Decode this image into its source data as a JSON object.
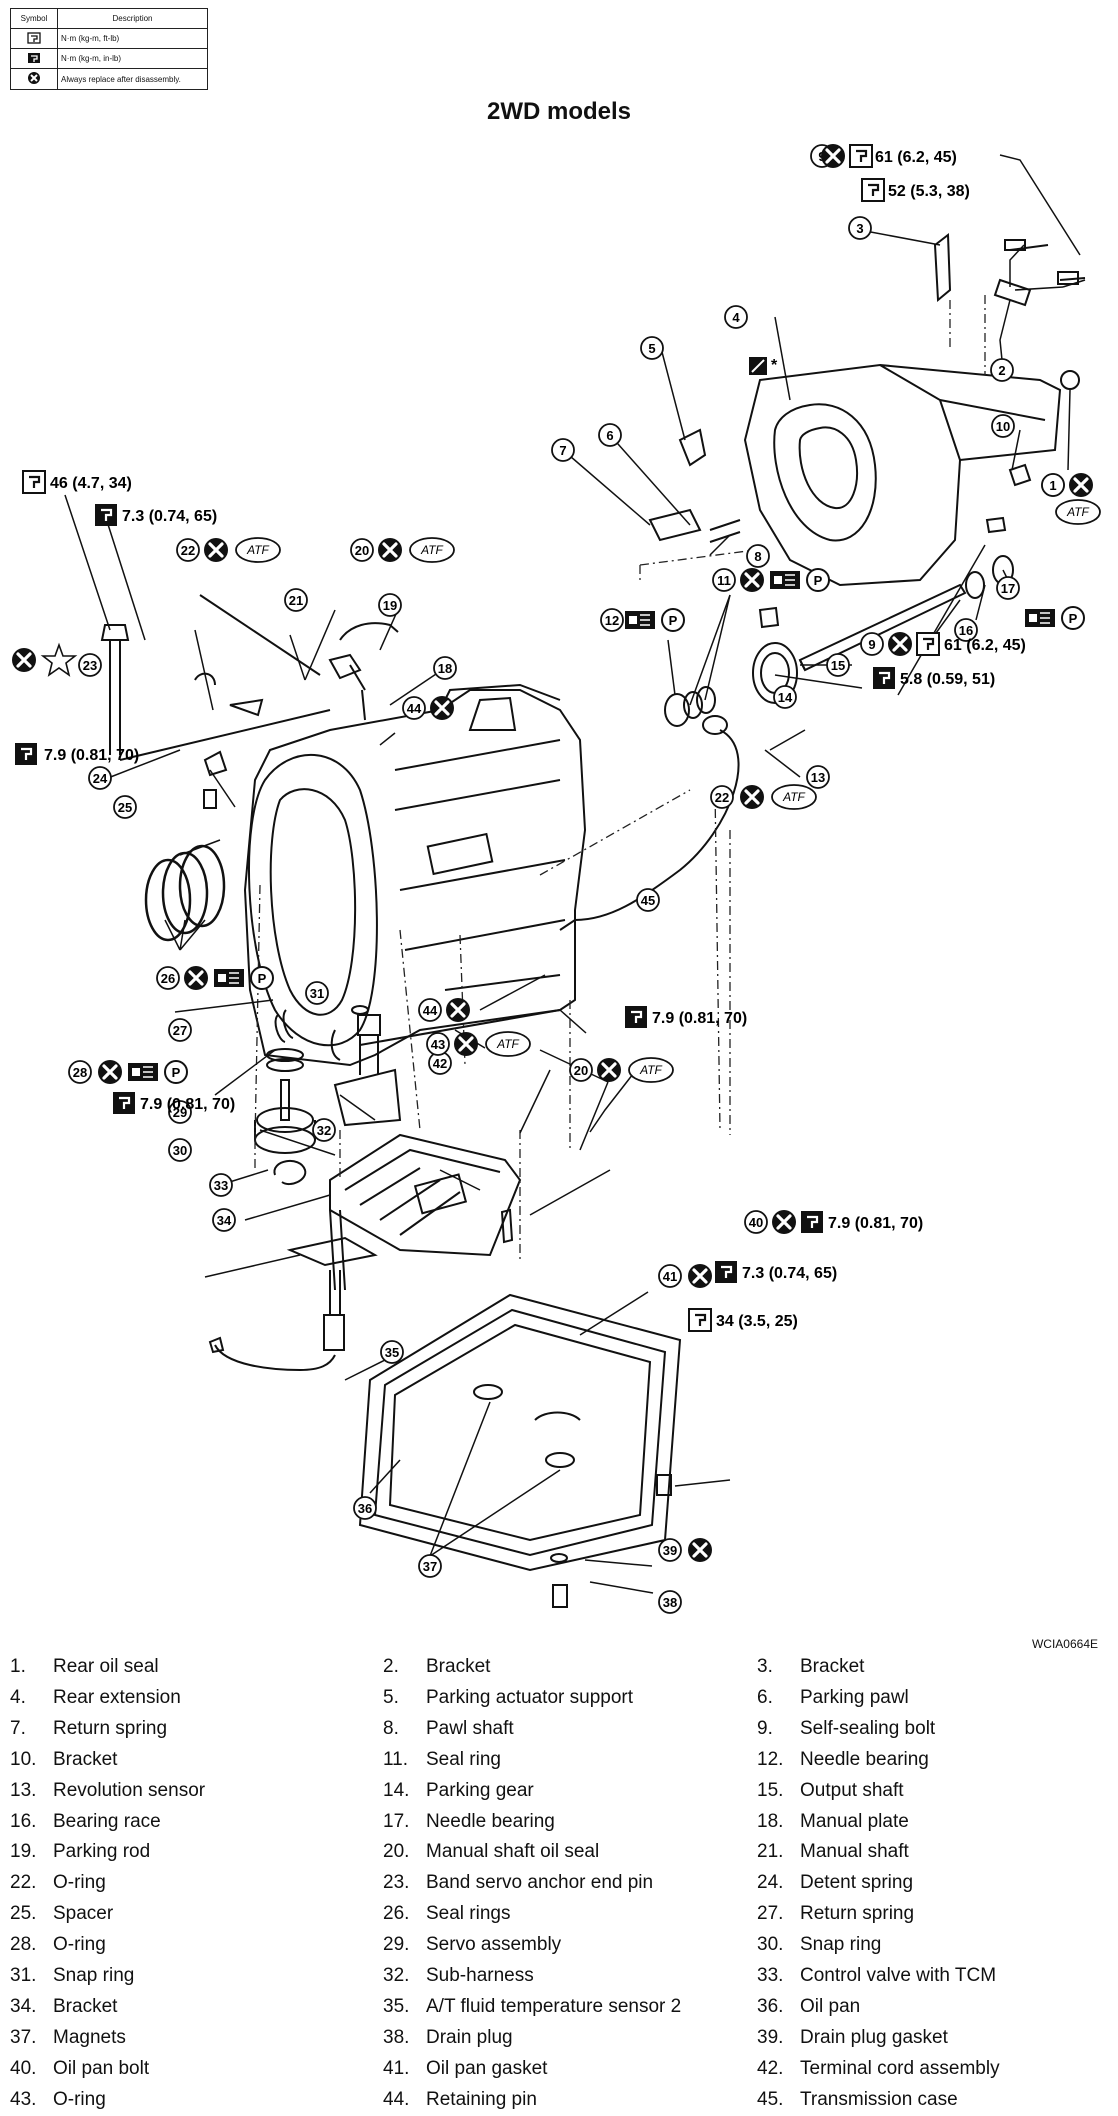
{
  "legend": {
    "headers": [
      "Symbol",
      "Description"
    ],
    "rows": [
      {
        "icon": "torque-wrench-icon",
        "description": "N·m (kg-m, ft-lb)"
      },
      {
        "icon": "torque-wrench-small-icon",
        "description": "N·m (kg-m, in-lb)"
      },
      {
        "icon": "replace-x-icon",
        "description": "Always replace after disassembly."
      }
    ]
  },
  "title": "2WD models",
  "image_code": "WCIA0664E",
  "torque_specs": {
    "t9": "61  (6.2,  45)",
    "t9b": "61  (6.2,  45)",
    "t52": "52  (5.3,  38)",
    "t46": "46  (4.7,  34)",
    "t73a": "7.3  (0.74,  65)",
    "t58": "5.8  (0.59,  51)",
    "t79a": "7.9  (0.81,  70)",
    "t73b": "7.3  (0.74,  65)",
    "t79b": "7.9  (0.81,  70)",
    "t79c": "7.9  (0.81,  70)",
    "t79d": "7.9  (0.81,  70)",
    "t34": "34  (3.5,  25)"
  },
  "badges": {
    "atf": "ATF",
    "p": "P",
    "star": "*"
  },
  "callouts": [
    "1",
    "2",
    "3",
    "4",
    "5",
    "6",
    "7",
    "8",
    "9",
    "10",
    "11",
    "12",
    "13",
    "14",
    "15",
    "16",
    "17",
    "18",
    "19",
    "20",
    "21",
    "22",
    "23",
    "24",
    "25",
    "26",
    "27",
    "28",
    "29",
    "30",
    "31",
    "32",
    "33",
    "34",
    "35",
    "36",
    "37",
    "38",
    "39",
    "40",
    "41",
    "42",
    "43",
    "44",
    "45"
  ],
  "parts": [
    {
      "num": "1.",
      "name": "Rear oil seal"
    },
    {
      "num": "2.",
      "name": "Bracket"
    },
    {
      "num": "3.",
      "name": "Bracket"
    },
    {
      "num": "4.",
      "name": "Rear extension"
    },
    {
      "num": "5.",
      "name": "Parking actuator support"
    },
    {
      "num": "6.",
      "name": "Parking pawl"
    },
    {
      "num": "7.",
      "name": "Return spring"
    },
    {
      "num": "8.",
      "name": "Pawl shaft"
    },
    {
      "num": "9.",
      "name": "Self-sealing bolt"
    },
    {
      "num": "10.",
      "name": "Bracket"
    },
    {
      "num": "11.",
      "name": "Seal ring"
    },
    {
      "num": "12.",
      "name": "Needle bearing"
    },
    {
      "num": "13.",
      "name": "Revolution sensor"
    },
    {
      "num": "14.",
      "name": "Parking gear"
    },
    {
      "num": "15.",
      "name": "Output shaft"
    },
    {
      "num": "16.",
      "name": "Bearing race"
    },
    {
      "num": "17.",
      "name": "Needle bearing"
    },
    {
      "num": "18.",
      "name": "Manual plate"
    },
    {
      "num": "19.",
      "name": "Parking rod"
    },
    {
      "num": "20.",
      "name": "Manual shaft oil seal"
    },
    {
      "num": "21.",
      "name": "Manual shaft"
    },
    {
      "num": "22.",
      "name": "O-ring"
    },
    {
      "num": "23.",
      "name": "Band servo anchor end pin"
    },
    {
      "num": "24.",
      "name": "Detent spring"
    },
    {
      "num": "25.",
      "name": "Spacer"
    },
    {
      "num": "26.",
      "name": "Seal rings"
    },
    {
      "num": "27.",
      "name": "Return spring"
    },
    {
      "num": "28.",
      "name": "O-ring"
    },
    {
      "num": "29.",
      "name": "Servo assembly"
    },
    {
      "num": "30.",
      "name": "Snap ring"
    },
    {
      "num": "31.",
      "name": "Snap ring"
    },
    {
      "num": "32.",
      "name": "Sub-harness"
    },
    {
      "num": "33.",
      "name": "Control valve with TCM"
    },
    {
      "num": "34.",
      "name": "Bracket"
    },
    {
      "num": "35.",
      "name": "A/T fluid temperature sensor 2"
    },
    {
      "num": "36.",
      "name": "Oil pan"
    },
    {
      "num": "37.",
      "name": "Magnets"
    },
    {
      "num": "38.",
      "name": "Drain plug"
    },
    {
      "num": "39.",
      "name": "Drain plug gasket"
    },
    {
      "num": "40.",
      "name": "Oil pan bolt"
    },
    {
      "num": "41.",
      "name": "Oil pan gasket"
    },
    {
      "num": "42.",
      "name": "Terminal cord assembly"
    },
    {
      "num": "43.",
      "name": "O-ring"
    },
    {
      "num": "44.",
      "name": "Retaining pin"
    },
    {
      "num": "45.",
      "name": "Transmission case"
    }
  ]
}
